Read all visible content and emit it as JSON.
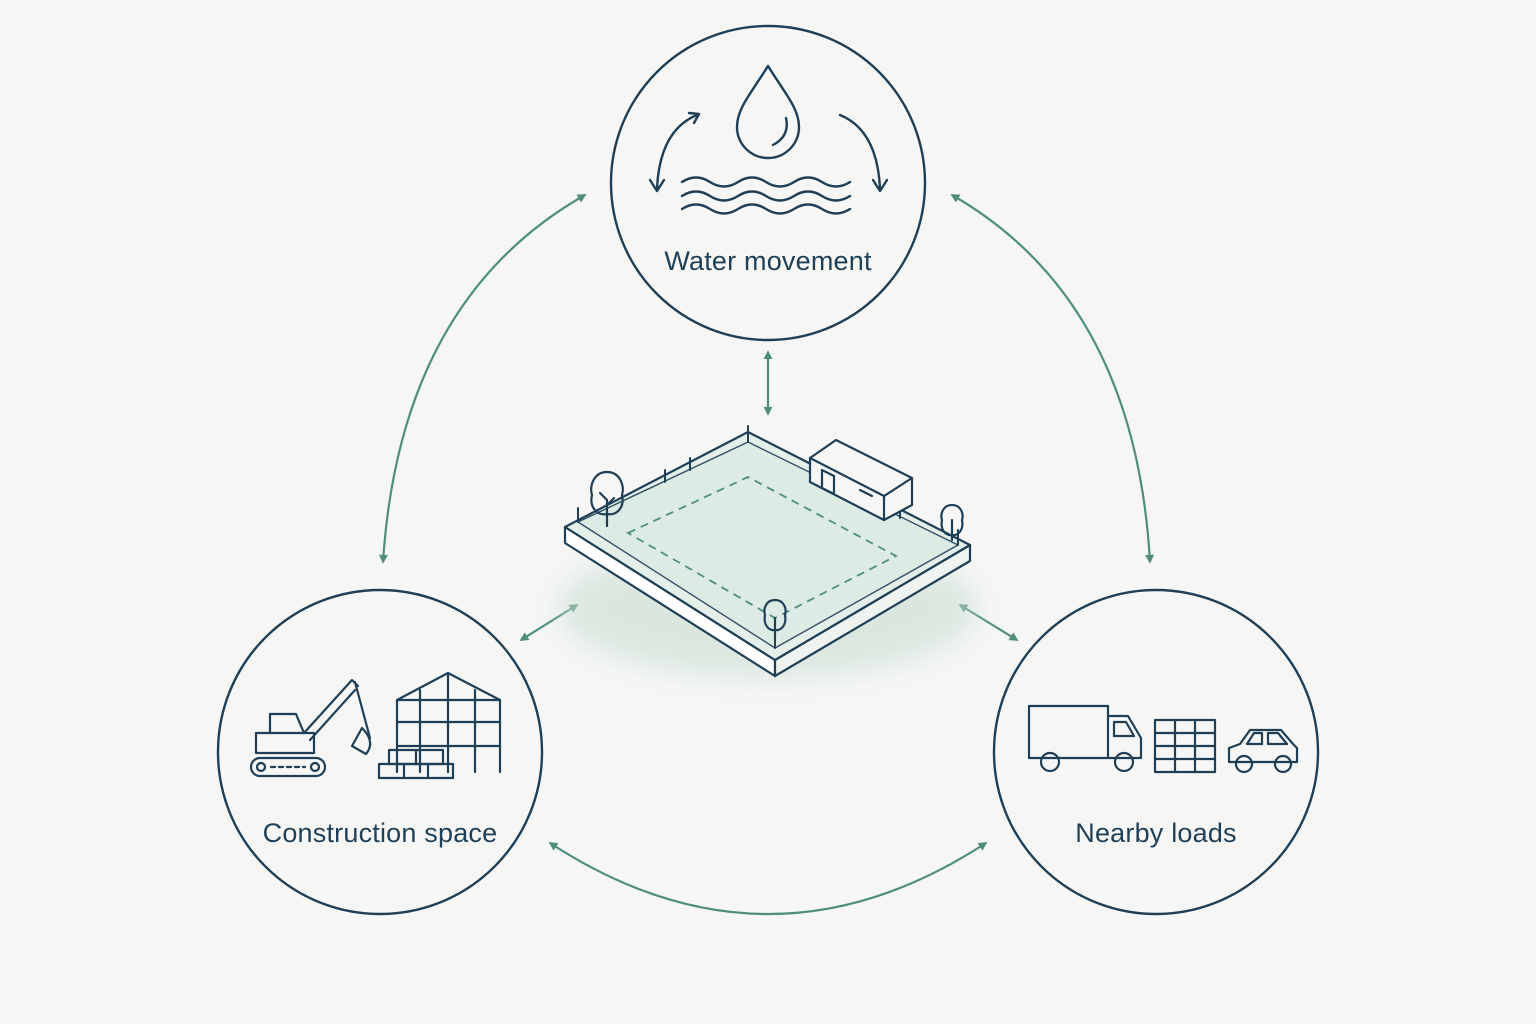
{
  "colors": {
    "background": "#f6f7f5",
    "navy": "#1f3f57",
    "green": "#4f8f78",
    "site_fill": "#dcebe3"
  },
  "nodes": {
    "water": {
      "label": "Water movement",
      "icon": "water-drop-waves-icon"
    },
    "construction": {
      "label": "Construction space",
      "icon": "excavator-building-icon"
    },
    "loads": {
      "label": "Nearby loads",
      "icon": "truck-stack-car-icon"
    }
  },
  "center": {
    "icon": "fenced-site-plot-icon"
  },
  "connections": [
    {
      "from": "water",
      "to": "construction",
      "type": "bidirectional"
    },
    {
      "from": "water",
      "to": "loads",
      "type": "bidirectional"
    },
    {
      "from": "construction",
      "to": "loads",
      "type": "bidirectional"
    },
    {
      "from": "water",
      "to": "center",
      "type": "bidirectional"
    },
    {
      "from": "construction",
      "to": "center",
      "type": "bidirectional"
    },
    {
      "from": "loads",
      "to": "center",
      "type": "bidirectional"
    }
  ]
}
